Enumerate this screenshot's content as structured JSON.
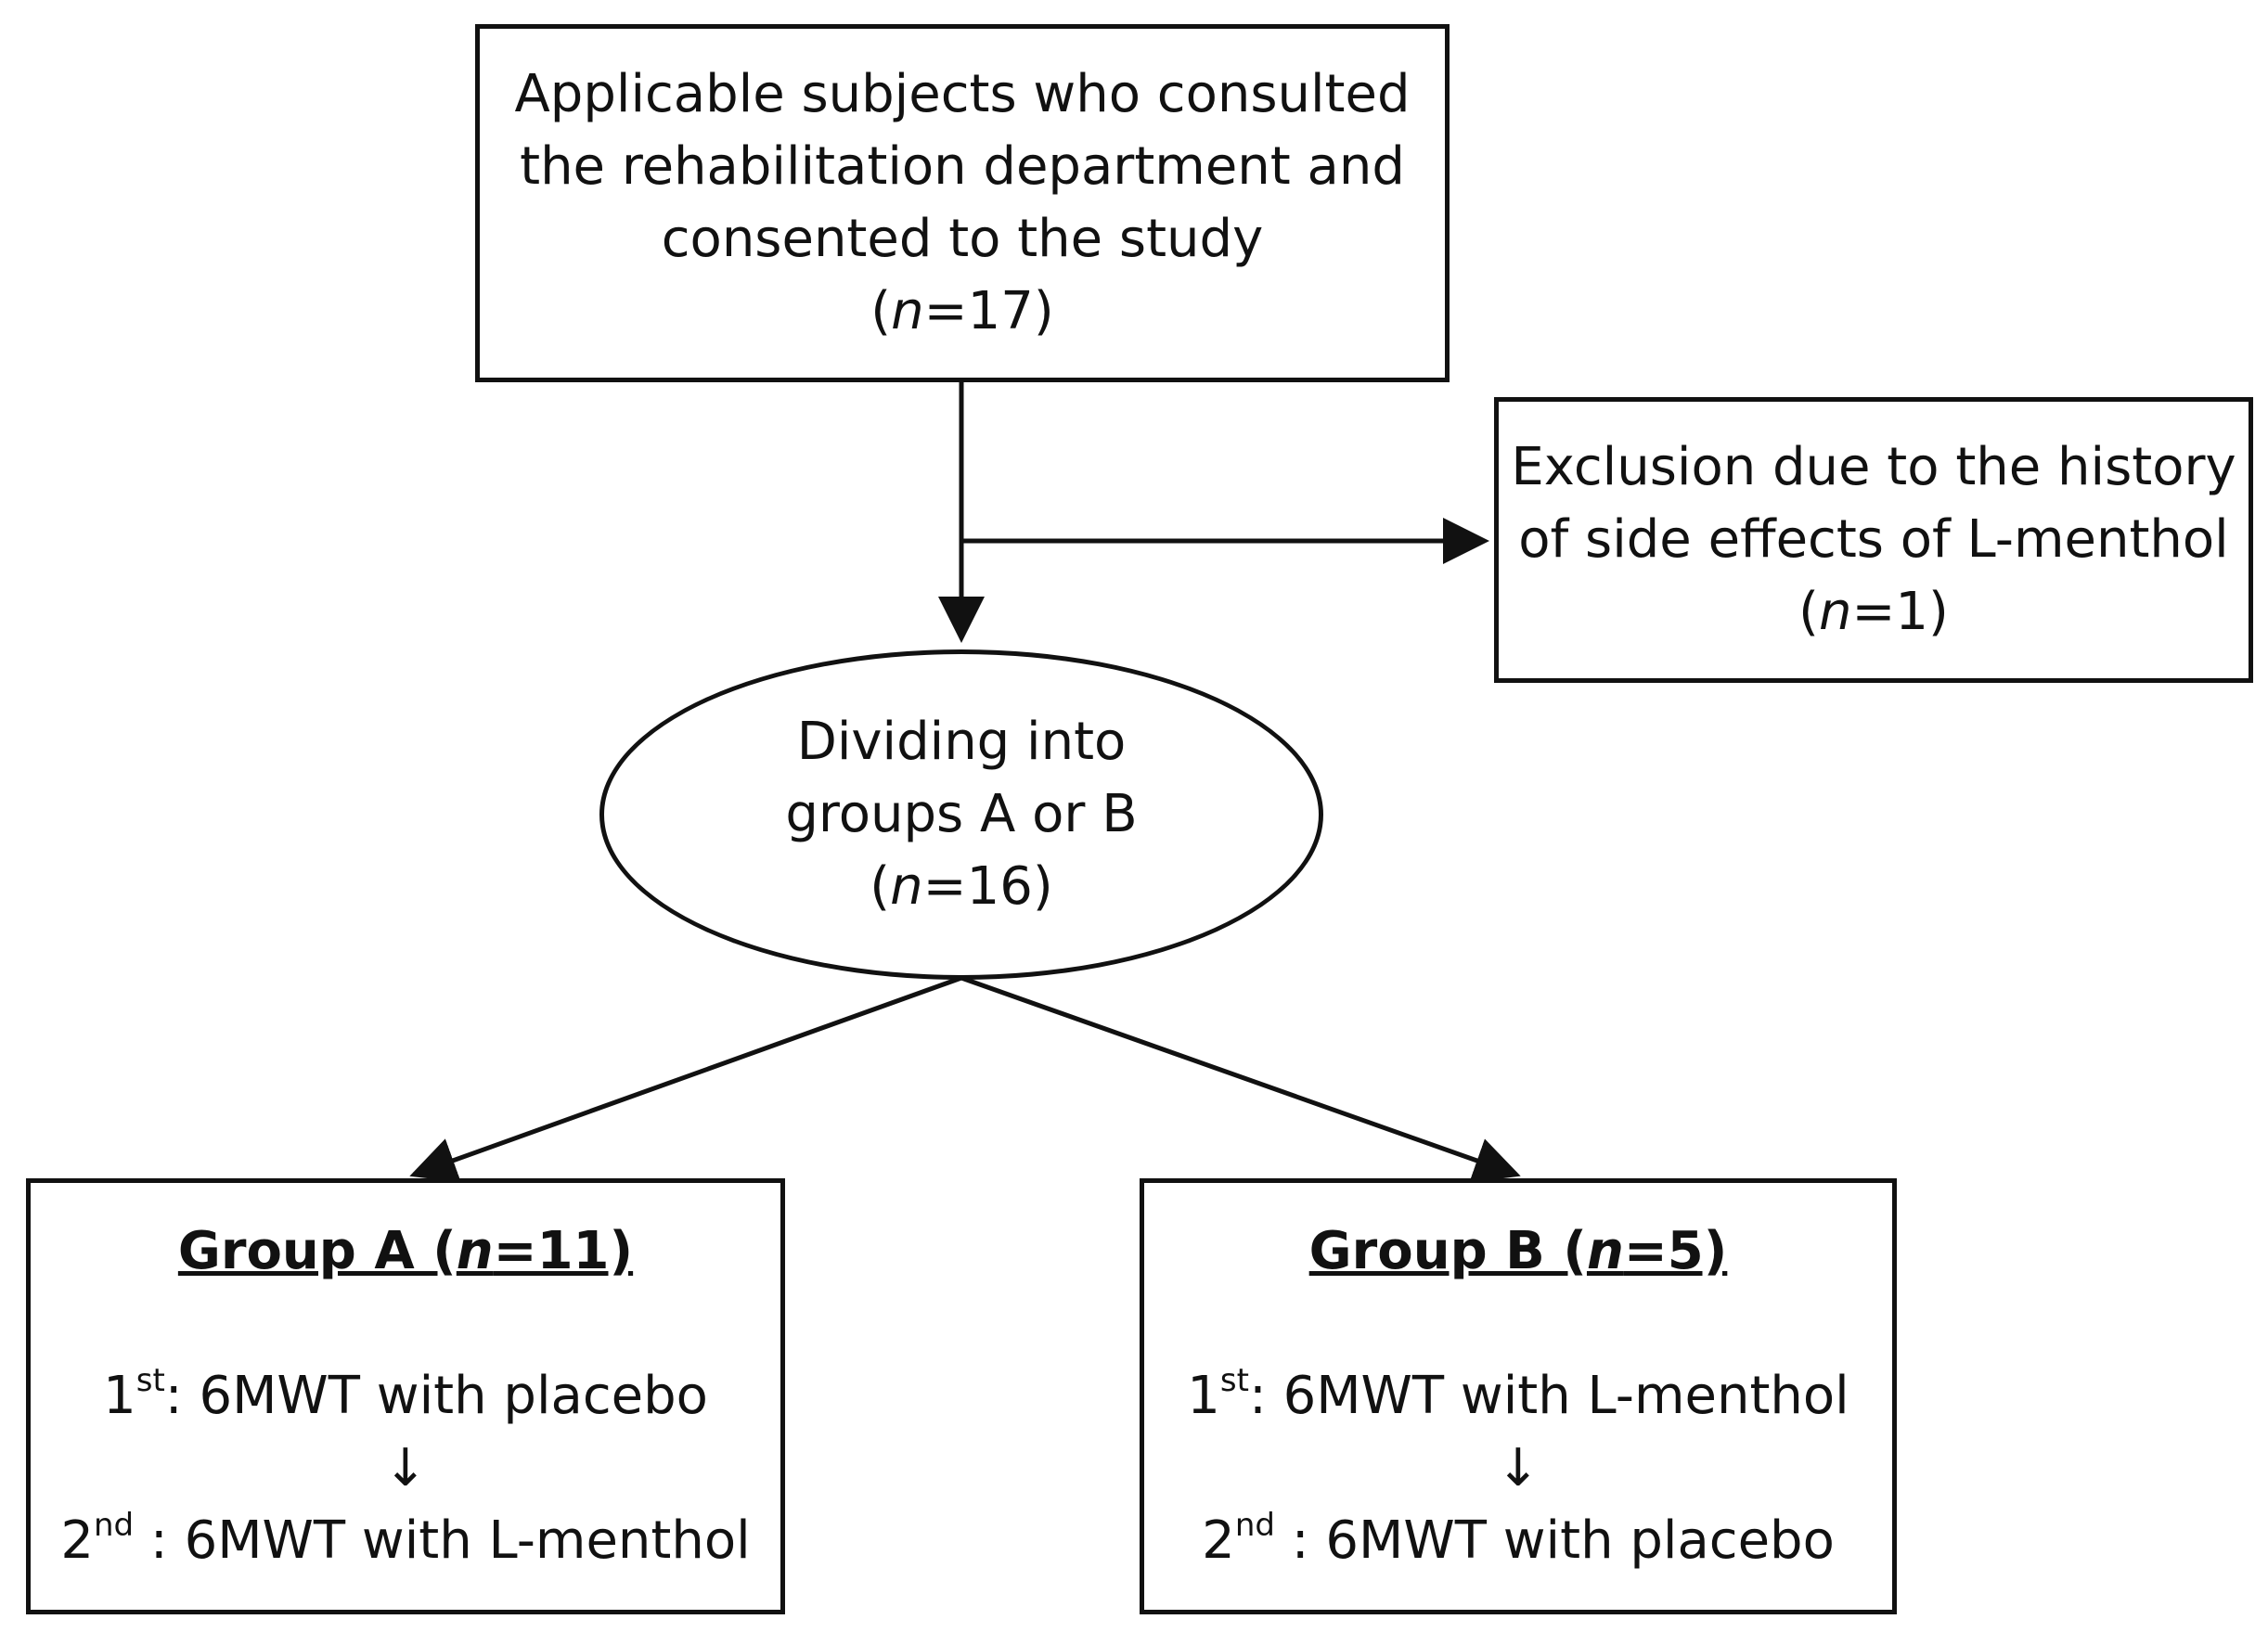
{
  "start_box": {
    "lines": [
      "Applicable subjects who consulted",
      "the rehabilitation department and",
      "consented to the study"
    ],
    "n_label": "n",
    "n_value": "=17"
  },
  "exclusion_box": {
    "lines": [
      "Exclusion due to the history",
      "of side effects of L-menthol"
    ],
    "n_label": "n",
    "n_value": "=1"
  },
  "dividing_node": {
    "lines": [
      "Dividing into",
      "groups A or B"
    ],
    "n_label": "n",
    "n_value": "=16"
  },
  "group_a": {
    "title_prefix": "Group A (",
    "n_label": "n",
    "title_suffix": "=11)",
    "step1_num": "1",
    "step1_sup": "st",
    "step1_text": ": 6MWT with placebo",
    "arrow": "↓",
    "step2_num": "2",
    "step2_sup": "nd",
    "step2_text": " : 6MWT with L-menthol"
  },
  "group_b": {
    "title_prefix": "Group B (",
    "n_label": "n",
    "title_suffix": "=5)",
    "step1_num": "1",
    "step1_sup": "st",
    "step1_text": ": 6MWT with L-menthol",
    "arrow": "↓",
    "step2_num": "2",
    "step2_sup": "nd",
    "step2_text": " : 6MWT with placebo"
  }
}
